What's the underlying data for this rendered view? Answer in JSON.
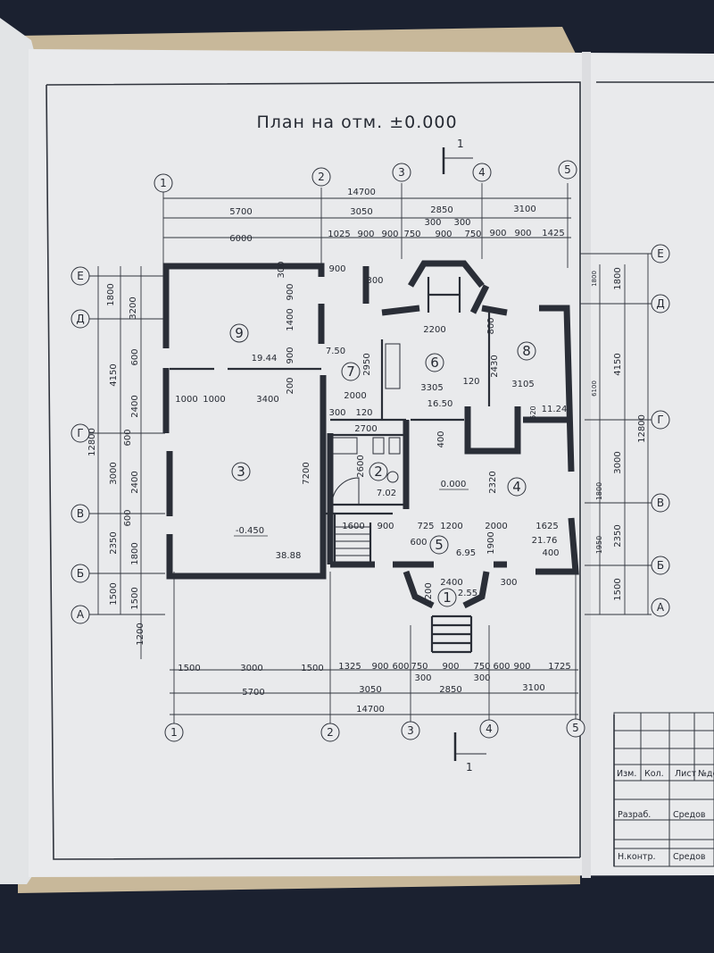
{
  "title": "План на отм. ±0.000",
  "section_marker": "1",
  "axes": {
    "numeric": [
      "1",
      "2",
      "3",
      "4",
      "5"
    ],
    "letter": [
      "Е",
      "Д",
      "Г",
      "В",
      "Б",
      "А"
    ]
  },
  "dimensions": {
    "top_overall": "14700",
    "top_row1": [
      "5700",
      "3050",
      "2850",
      "3100"
    ],
    "top_row2": [
      "6000",
      "1025",
      "900",
      "900",
      "750",
      "900",
      "750",
      "900",
      "900",
      "1425"
    ],
    "top_extra": [
      "300",
      "300"
    ],
    "bottom_row1": [
      "1500",
      "3000",
      "1500",
      "1325",
      "900",
      "600",
      "750",
      "900",
      "750",
      "600",
      "900",
      "1725"
    ],
    "bottom_extra": [
      "300",
      "300"
    ],
    "bottom_row2": [
      "5700",
      "3050",
      "2850",
      "3100"
    ],
    "bottom_overall": "14700",
    "left_outer": [
      "12800"
    ],
    "left_mid": [
      "4150",
      "3000",
      "2350",
      "1500"
    ],
    "left_inner": [
      "1800",
      "2400",
      "2400",
      "1800",
      "1500"
    ],
    "left_inner2": [
      "3200",
      "600",
      "600",
      "600",
      "1200"
    ],
    "right_outer": [
      "12800"
    ],
    "right_mid": [
      "1800",
      "4150",
      "3000",
      "2350",
      "1500"
    ],
    "right_inner": [
      "1800",
      "6100",
      "1800",
      "1950"
    ],
    "interior": [
      "900",
      "300",
      "900",
      "1400",
      "900",
      "300",
      "200",
      "1000",
      "1000",
      "3400",
      "7200",
      "2200",
      "2430",
      "3305",
      "120",
      "3105",
      "2000",
      "300",
      "120",
      "2950",
      "2700",
      "2600",
      "400",
      "2320",
      "600",
      "1600",
      "900",
      "725",
      "1200",
      "2000",
      "1625",
      "1900",
      "400",
      "2400",
      "300",
      "1200",
      "800",
      "520",
      "1900"
    ]
  },
  "rooms": [
    {
      "num": "1",
      "area": "2.55"
    },
    {
      "num": "2",
      "area": "7.02"
    },
    {
      "num": "3",
      "area": "38.88"
    },
    {
      "num": "4",
      "area": "21.76"
    },
    {
      "num": "5",
      "area": "6.95"
    },
    {
      "num": "6",
      "area": "16.50"
    },
    {
      "num": "7",
      "area": "7.50"
    },
    {
      "num": "8",
      "area": "11.24"
    },
    {
      "num": "9",
      "area": "19.44"
    }
  ],
  "levels": [
    "-0.450",
    "0.000"
  ],
  "title_block": {
    "headers": [
      "Изм.",
      "Кол.",
      "Лист",
      "№до"
    ],
    "rows": [
      {
        "role": "Разраб.",
        "name": "Средов"
      },
      {
        "role": "Н.контр.",
        "name": "Средов"
      }
    ]
  }
}
